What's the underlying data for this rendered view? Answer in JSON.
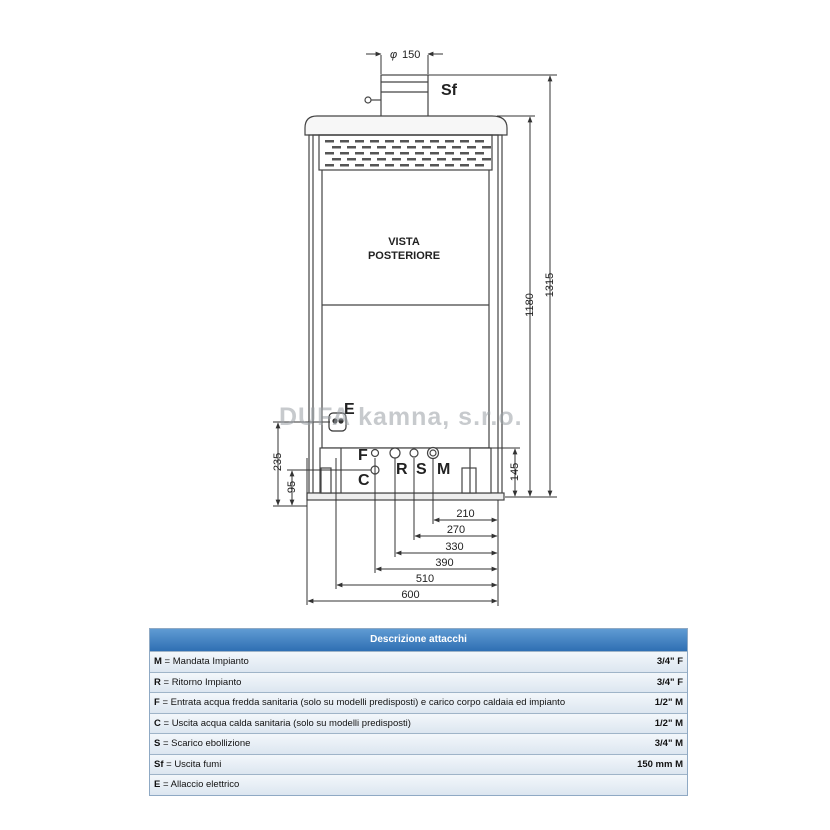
{
  "title": "VISTA",
  "subtitle": "POSTERIORE",
  "watermark": "DUFA kamna, s.r.o.",
  "flue": {
    "symbol": "φ",
    "value": "150",
    "label": "Sf"
  },
  "labels": {
    "E": "E",
    "F": "F",
    "C": "C",
    "R": "R",
    "S": "S",
    "M": "M"
  },
  "dims_v": {
    "d1315": "1315",
    "d1180": "1180",
    "d145": "145",
    "d235": "235",
    "d95": "95"
  },
  "dims_h": [
    "210",
    "270",
    "330",
    "390",
    "510",
    "600"
  ],
  "legend": {
    "header": "Descrizione attacchi",
    "rows": [
      {
        "code": "M",
        "desc": " = Mandata Impianto",
        "value": "3/4\" F"
      },
      {
        "code": "R",
        "desc": " = Ritorno Impianto",
        "value": "3/4\" F"
      },
      {
        "code": "F",
        "desc": " = Entrata acqua fredda sanitaria (solo su modelli predisposti) e carico corpo caldaia ed impianto",
        "value": "1/2\" M"
      },
      {
        "code": "C",
        "desc": " = Uscita acqua calda sanitaria (solo su modelli predisposti)",
        "value": "1/2\" M"
      },
      {
        "code": "S",
        "desc": " = Scarico ebollizione",
        "value": "3/4\" M"
      },
      {
        "code": "Sf",
        "desc": " = Uscita fumi",
        "value": "150 mm M"
      },
      {
        "code": "E",
        "desc": " = Allaccio elettrico",
        "value": ""
      }
    ]
  }
}
